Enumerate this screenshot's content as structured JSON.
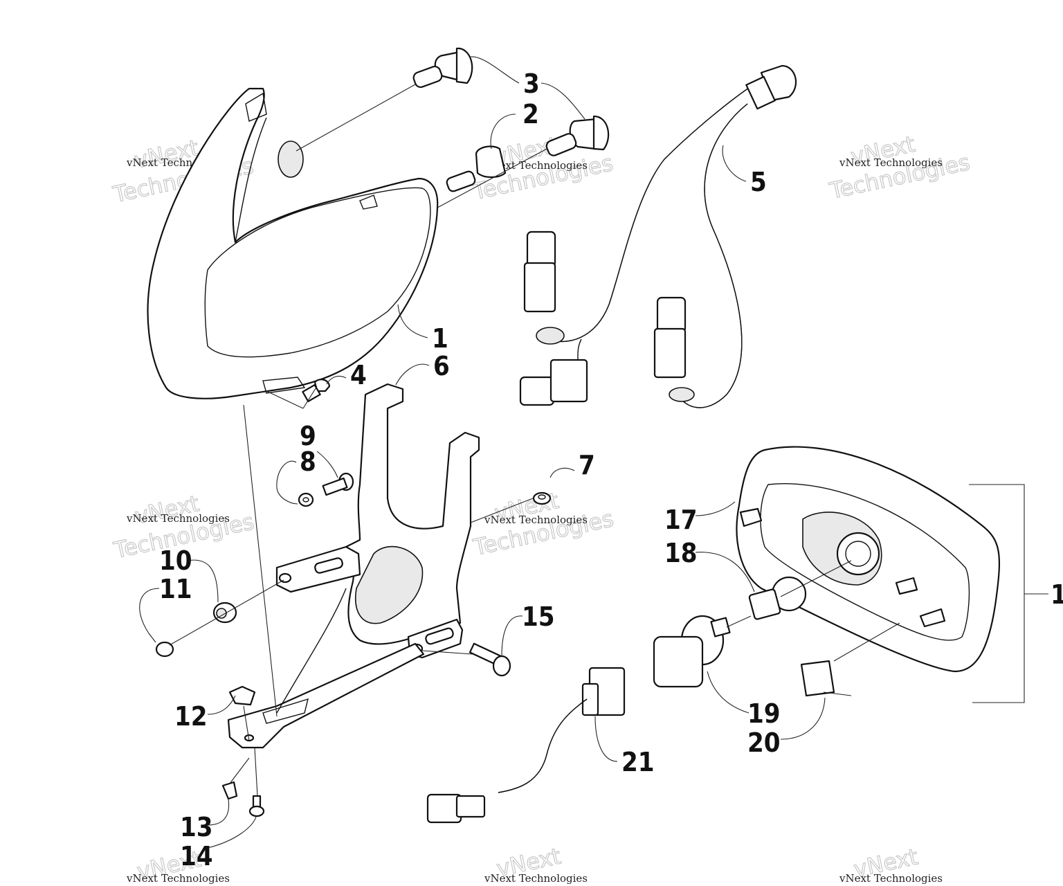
{
  "callouts": {
    "c1a": "1",
    "c1b": "1",
    "c2": "2",
    "c3": "3",
    "c4": "4",
    "c5": "5",
    "c6": "6",
    "c7": "7",
    "c8": "8",
    "c9": "9",
    "c10": "10",
    "c11": "11",
    "c12": "12",
    "c13": "13",
    "c14": "14",
    "c15": "15",
    "c17": "17",
    "c18": "18",
    "c19": "19",
    "c20": "20",
    "c21": "21"
  },
  "watermark": {
    "small": "vNext Technologies",
    "big_line1": "vNext",
    "big_line2": "Technologies"
  }
}
